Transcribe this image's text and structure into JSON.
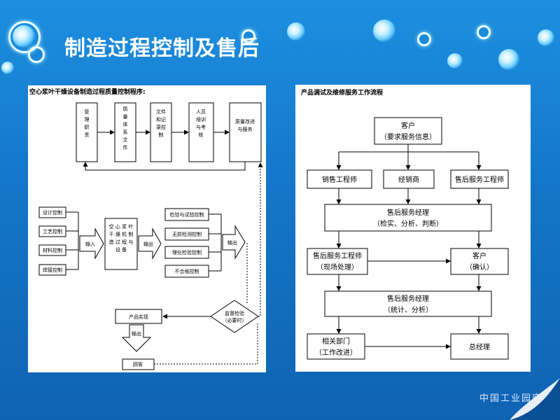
{
  "title": "制造过程控制及售后",
  "left_panel": {
    "title": "空心浆叶干燥设备制造过程质量控制程序:",
    "top_boxes": [
      "管理职责",
      "质量体系文件",
      "文件和记录控制",
      "人员培训与考核",
      "质量改进与服务"
    ],
    "inputs": [
      "设计控制",
      "工艺控制",
      "材料控制",
      "焊接控制"
    ],
    "input_arrow": "输入",
    "center_box": "空心桨叶干燥机制造过程与设备",
    "output_arrow_1": "输出",
    "checks": [
      "检验与试验控制",
      "无损检测控制",
      "理化检验控制",
      "不合格控制"
    ],
    "output_arrow_2": "输出",
    "supervision": "监督检验（必要时）",
    "product": "产品实现",
    "output_arrow_3": "输出",
    "delivery": "顾客"
  },
  "right_panel": {
    "title": "产品调试及维修服务工作流程",
    "customer": "客户",
    "customer_sub": "（要求服务信息）",
    "sales_engineer": "销售工程师",
    "dealer": "经销商",
    "service_engineer": "售后服务工程师",
    "manager_1": "售后服务经理",
    "manager_1_sub": "（检实、分析、判断）",
    "onsite_engineer": "售后服务工程师",
    "onsite_engineer_sub": "（现场处理）",
    "confirm_customer": "客户",
    "confirm_customer_sub": "（确认）",
    "manager_2": "售后服务经理",
    "manager_2_sub": "（统计、分析）",
    "department": "相关部门",
    "department_sub": "（工作改进）",
    "general_manager": "总经理"
  },
  "watermark": "中国工业园废网"
}
